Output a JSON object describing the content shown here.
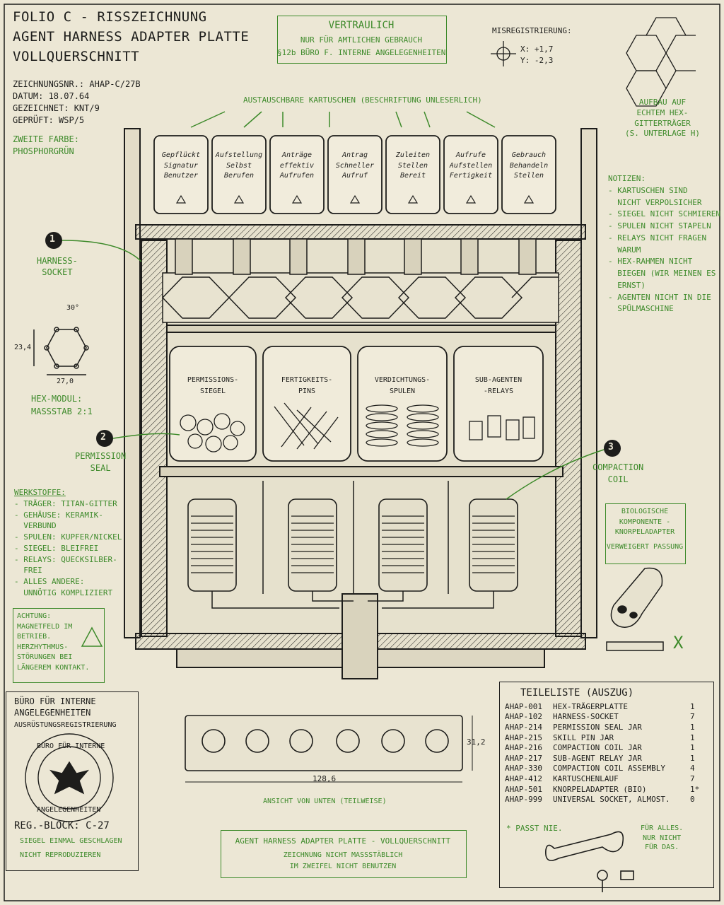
{
  "title_block": {
    "line1": "FOLIO C - RISSZEICHNUNG",
    "line2": "AGENT HARNESS ADAPTER PLATTE",
    "line3": "VOLLQUERSCHNITT",
    "meta": [
      "ZEICHNUNGSNR.: AHAP-C/27B",
      "DATUM: 18.07.64",
      "GEZEICHNET: KNT/9",
      "GEPRÜFT: WSP/5"
    ],
    "second_color": [
      "ZWEITE FARBE:",
      "PHOSPHORGRÜN"
    ]
  },
  "confidential": {
    "title": "VERTRAULICH",
    "line1": "NUR FÜR AMTLICHEN GEBRAUCH",
    "line2": "§12b BÜRO F. INTERNE ANGELEGENHEITEN"
  },
  "misregistration": {
    "label": "MISREGISTRIERUNG:",
    "x": "X: +1,7",
    "y": "Y: -2,3"
  },
  "hex_note": [
    "AUFBAU AUF",
    "ECHTEM HEX-",
    "GITTERTRÄGER",
    "(S. UNTERLAGE H)"
  ],
  "cartridges_label": "AUSTAUSCHBARE KARTUSCHEN (BESCHRIFTUNG UNLESERLICH)",
  "cartridge_scribbles": [
    [
      "Gepflückt",
      "Signatur",
      "Benutzer"
    ],
    [
      "Aufstellung",
      "Selbst",
      "Berufen"
    ],
    [
      "Anträge",
      "effektiv",
      "Aufrufen"
    ],
    [
      "Antrag",
      "Schneller",
      "Aufruf"
    ],
    [
      "Zuleiten",
      "Stellen",
      "Bereit"
    ],
    [
      "Aufrufe",
      "Aufstellen",
      "Fertigkeit"
    ],
    [
      "Gebrauch",
      "Behandeln",
      "Stellen"
    ]
  ],
  "callouts": {
    "c1_num": "1",
    "c1_label": [
      "HARNESS-",
      "SOCKET"
    ],
    "c2_num": "2",
    "c2_label": [
      "PERMISSION",
      "SEAL"
    ],
    "c3_num": "3",
    "c3_label": [
      "COMPACTION",
      "COIL"
    ]
  },
  "hex_module": {
    "angle": "30°",
    "height": "23,4",
    "width": "27,0",
    "label": "HEX-MODUL:",
    "scale": "MASSSTAB 2:1"
  },
  "jars": [
    [
      "PERMISSIONS-",
      "SIEGEL"
    ],
    [
      "FERTIGKEITS-",
      "PINS"
    ],
    [
      "VERDICHTUNGS-",
      "SPULEN"
    ],
    [
      "SUB-AGENTEN",
      "-RELAYS"
    ]
  ],
  "notes": {
    "title": "NOTIZEN:",
    "items": [
      "- KARTUSCHEN SIND",
      "  NICHT VERPOLSICHER",
      "- SIEGEL NICHT SCHMIEREN",
      "- SPULEN NICHT STAPELN",
      "- RELAYS NICHT FRAGEN",
      "  WARUM",
      "- HEX-RAHMEN NICHT",
      "  BIEGEN (WIR MEINEN ES",
      "  ERNST)",
      "- AGENTEN NICHT IN DIE",
      "  SPÜLMASCHINE"
    ]
  },
  "materials": {
    "title": "WERKSTOFFE:",
    "items": [
      "- TRÄGER: TITAN-GITTER",
      "- GEHÄUSE: KERAMIK-",
      "  VERBUND",
      "- SPULEN: KUPFER/NICKEL",
      "- SIEGEL: BLEIFREI",
      "- RELAYS: QUECKSILBER-",
      "  FREI",
      "- ALLES ANDERE:",
      "  UNNÖTIG KOMPLIZIERT"
    ]
  },
  "warning": [
    "ACHTUNG:",
    "MAGNETFELD IM",
    "BETRIEB.",
    "HERZHYTHMUS-",
    "STÖRUNGEN BEI",
    "LÄNGEREM KONTAKT."
  ],
  "bio": {
    "lines": [
      "BIOLOGISCHE",
      "KOMPONENTE -",
      "KNORPELADAPTER"
    ],
    "refuse": "VERWEIGERT PASSUNG",
    "mark": "X"
  },
  "registry": {
    "office1": "BÜRO FÜR INTERNE",
    "office2": "ANGELEGENHEITEN",
    "sub": "AUSRÜSTUNGSREGISTRIERUNG",
    "seal_top": "BÜRO FÜR INTERNE",
    "seal_bottom": "ANGELEGENHEITEN",
    "block": "REG.-BLOCK: C-27",
    "stamp1": "SIEGEL EINMAL GESCHLAGEN",
    "stamp2": "NICHT REPRODUZIEREN"
  },
  "bottom_view": {
    "width": "128,6",
    "height": "31,2",
    "label": "ANSICHT VON UNTEN (TEILWEISE)"
  },
  "footer_box": {
    "title": "AGENT HARNESS ADAPTER PLATTE - VOLLQUERSCHNITT",
    "line1": "ZEICHNUNG NICHT MASSSTÄBLICH",
    "line2": "IM ZWEIFEL NICHT BENUTZEN"
  },
  "parts_list": {
    "title": "TEILELISTE (AUSZUG)",
    "rows": [
      {
        "id": "AHAP-001",
        "name": "HEX-TRÄGERPLATTE",
        "qty": "1"
      },
      {
        "id": "AHAP-102",
        "name": "HARNESS-SOCKET",
        "qty": "7"
      },
      {
        "id": "AHAP-214",
        "name": "PERMISSION SEAL JAR",
        "qty": "1"
      },
      {
        "id": "AHAP-215",
        "name": "SKILL PIN JAR",
        "qty": "1"
      },
      {
        "id": "AHAP-216",
        "name": "COMPACTION COIL JAR",
        "qty": "1"
      },
      {
        "id": "AHAP-217",
        "name": "SUB-AGENT RELAY JAR",
        "qty": "1"
      },
      {
        "id": "AHAP-330",
        "name": "COMPACTION COIL ASSEMBLY",
        "qty": "4"
      },
      {
        "id": "AHAP-412",
        "name": "KARTUSCHENLAUF",
        "qty": "7"
      },
      {
        "id": "AHAP-501",
        "name": "KNORPELADAPTER (BIO)",
        "qty": "1*"
      },
      {
        "id": "AHAP-999",
        "name": "UNIVERSAL SOCKET, ALMOST.",
        "qty": "0"
      }
    ],
    "footnote": "* PASST NIE.",
    "wrench_note": [
      "FÜR ALLES.",
      "NUR NICHT",
      "FÜR DAS."
    ]
  },
  "colors": {
    "ink": "#1d1d1b",
    "green": "#3d8a2a",
    "paper": "#ece7d5"
  }
}
